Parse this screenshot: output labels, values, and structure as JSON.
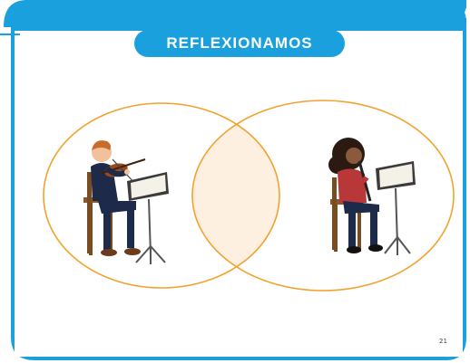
{
  "header": {
    "title": "REFLEXIONAMOS"
  },
  "footer": {
    "page_number": "21"
  },
  "diagram": {
    "type": "venn",
    "circles": [
      {
        "name": "left-circle",
        "illustration": "violinist-icon"
      },
      {
        "name": "right-circle",
        "illustration": "flutist-icon"
      }
    ],
    "intersection": {
      "name": "intersection"
    }
  },
  "colors": {
    "frame": "#1aa0dd",
    "circle_stroke": "#f2a22c",
    "intersection_fill": "#fdf0e0"
  }
}
